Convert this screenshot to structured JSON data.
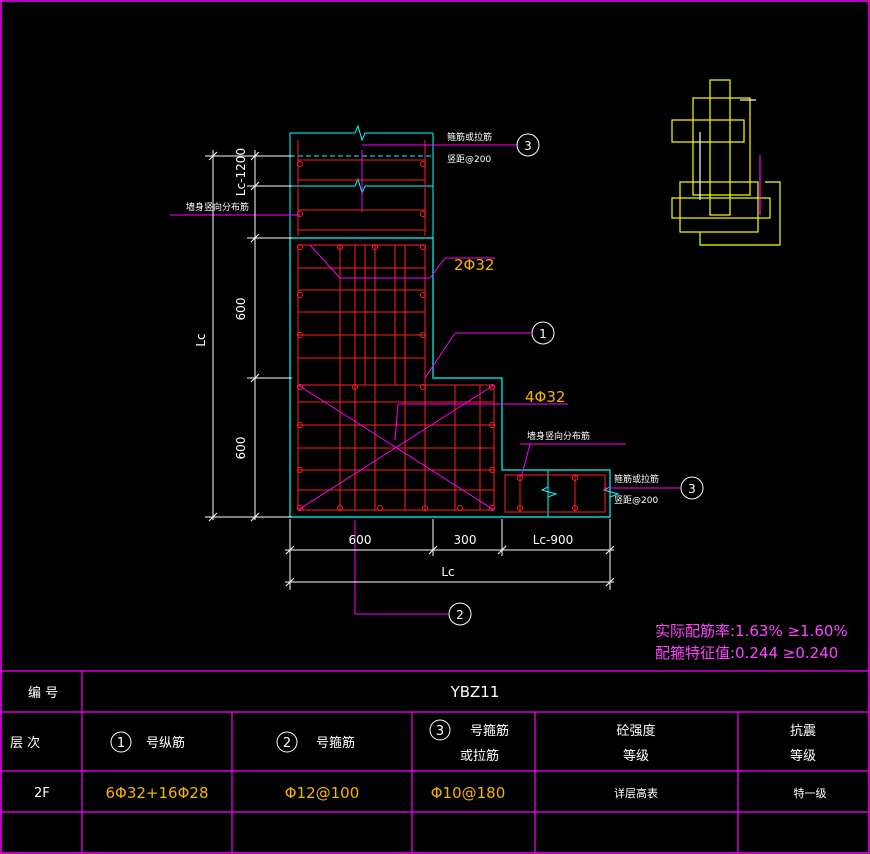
{
  "colors": {
    "background": "#000000",
    "frame": "#ff00ff",
    "concrete_outline": "#00ffff",
    "rebar": "#ff2020",
    "dimension": "#ffffff",
    "leader": "#ff00ff",
    "label_yellow": "#f5b400",
    "detail_yellow": "#ffff00"
  },
  "drawing": {
    "label_tie_top": "箍筋或拉筋",
    "label_spacing_top": "竖距@200",
    "label_wall_vertical_left": "墙身竖向分布筋",
    "label_wall_vertical_right": "墙身竖向分布筋",
    "label_tie_right": "箍筋或拉筋",
    "label_spacing_right": "竖距@200",
    "rebar_group_a": "2Φ32",
    "rebar_group_b": "4Φ32",
    "callout_1": "1",
    "callout_2": "2",
    "callout_3_top": "3",
    "callout_3_right": "3",
    "dim_lc_1200": "Lc-1200",
    "dim_600_upper": "600",
    "dim_600_lower": "600",
    "dim_lc_vertical": "Lc",
    "dim_600_bottom": "600",
    "dim_300_bottom": "300",
    "dim_lc_900": "Lc-900",
    "dim_lc_horizontal": "Lc",
    "ratio_line_1": "实际配筋率:1.63% ≥1.60%",
    "ratio_line_2": "配箍特征值:0.244 ≥0.240"
  },
  "table": {
    "row1": {
      "label": "编 号",
      "value": "YBZ11"
    },
    "row2": {
      "label": "层 次",
      "col1_num": "1",
      "col1_text": "号纵筋",
      "col2_num": "2",
      "col2_text": "号箍筋",
      "col3_num": "3",
      "col3_text_a": "号箍筋",
      "col3_text_b": "或拉筋",
      "col4_text_a": "砼强度",
      "col4_text_b": "等级",
      "col5_text_a": "抗震",
      "col5_text_b": "等级"
    },
    "row3": {
      "floor": "2F",
      "longitudinal": "6Φ32+16Φ28",
      "stirrup": "Φ12@100",
      "tie": "Φ10@180",
      "concrete": "详层高表",
      "seismic": "特一级"
    }
  }
}
